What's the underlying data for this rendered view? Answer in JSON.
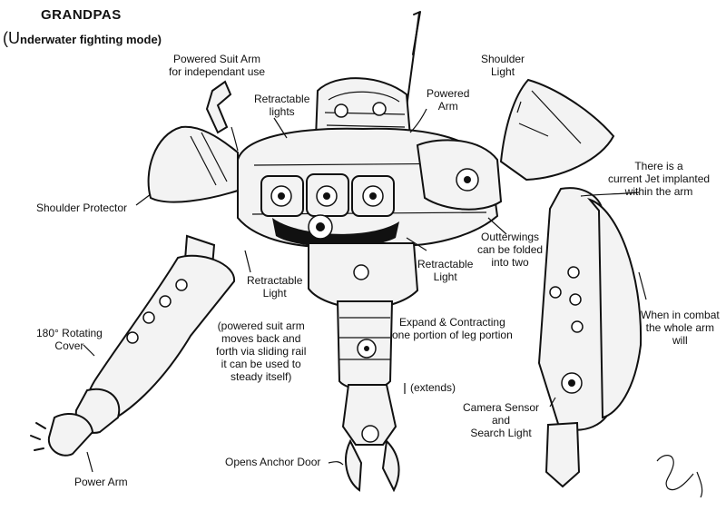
{
  "title": "GRANDPAS",
  "subtitle_open": "(",
  "subtitle_initial": "U",
  "subtitle_rest": "nderwater fighting mode)",
  "labels": {
    "powered_suit_arm": [
      "Powered Suit Arm",
      "for independant use"
    ],
    "retractable_lights": [
      "Retractable",
      "lights"
    ],
    "powered_arm": [
      "Powered",
      "Arm"
    ],
    "shoulder_light": [
      "Shoulder",
      "Light"
    ],
    "current_jet": [
      "There is a",
      "current Jet implanted",
      "within the arm"
    ],
    "shoulder_protector": [
      "Shoulder Protector"
    ],
    "outterwings": [
      "Outterwings",
      "can be folded",
      "into two"
    ],
    "retractable_light_right": [
      "Retractable",
      "Light"
    ],
    "retractable_light_left": [
      "Retractable",
      "Light"
    ],
    "combat": [
      "When in combat",
      "the whole arm",
      "will"
    ],
    "rotating_cover": [
      "180° Rotating",
      "Cover"
    ],
    "sliding_rail": [
      "(powered suit arm",
      "moves back and",
      "forth via sliding rail",
      "it can be used to",
      "steady itself)"
    ],
    "expand_contract": [
      "Expand & Contracting",
      "one portion of leg portion"
    ],
    "extends": [
      "(extends)"
    ],
    "camera_sensor": [
      "Camera Sensor",
      "and",
      "Search Light"
    ],
    "opens_anchor_door": [
      "Opens Anchor Door"
    ],
    "power_arm": [
      "Power Arm"
    ]
  }
}
